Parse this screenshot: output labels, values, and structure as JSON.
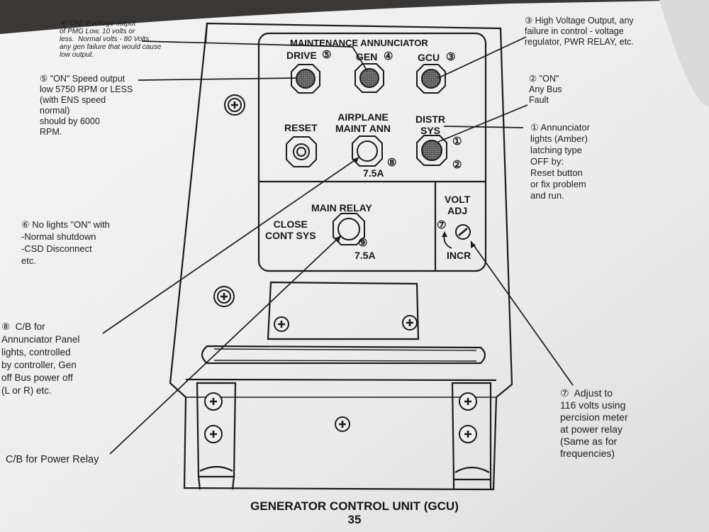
{
  "figure": {
    "caption": "GENERATOR CONTROL UNIT (GCU)",
    "page_number": "35"
  },
  "panel": {
    "annunciator_title": "MAINTENANCE ANNUNCIATOR",
    "drive": "DRIVE",
    "drive_num": "⑤",
    "gen": "GEN",
    "gen_num": "④",
    "gcu": "GCU",
    "gcu_num": "③",
    "reset": "RESET",
    "airplane_maint_ann": "AIRPLANE\nMAINT ANN",
    "cb8_num": "⑧",
    "cb8_rating": "7.5A",
    "distr_sys": "DISTR\nSYS",
    "distr_num1": "①",
    "distr_num2": "②",
    "main_relay": "MAIN RELAY",
    "close_cont_sys": "CLOSE\nCONT SYS",
    "cb9_num": "⑨",
    "cb9_rating": "7.5A",
    "volt_adj": "VOLT\nADJ",
    "volt_num": "⑦",
    "incr": "INCR"
  },
  "callouts": {
    "c4": "④ \"ON\" if voltage output\nof PMG Low, 10 volts or\nless.  Normal volts - 80 Volts\nany gen failure that would cause\nlow output.",
    "c5": "⑤ \"ON\" Speed output\nlow 5750 RPM or LESS\n(with ENS speed\nnormal)\nshould by 6000\nRPM.",
    "c3": "③ High Voltage Output, any\nfailure in control - voltage\nregulator, PWR RELAY, etc.",
    "c2": "② \"ON\"\nAny Bus\nFault",
    "c1": "① Annunciator\nlights (Amber)\nlatching type\nOFF by:\nReset button\nor fix problem\nand run.",
    "c6": "⑥ No lights \"ON\" with\n-Normal shutdown\n-CSD Disconnect\netc.",
    "c8": "⑧  C/B for\nAnnunciator Panel\nlights, controlled\nby controller, Gen\noff Bus power off\n(L or R) etc.",
    "c9": "C/B for Power Relay",
    "c7": "⑦  Adjust to\n116 volts using\npercision meter\nat power relay\n(Same as for\nfrequencies)"
  },
  "colors": {
    "paper": "#efefef",
    "ink": "#1b1b1b",
    "background": "#3a3836"
  }
}
